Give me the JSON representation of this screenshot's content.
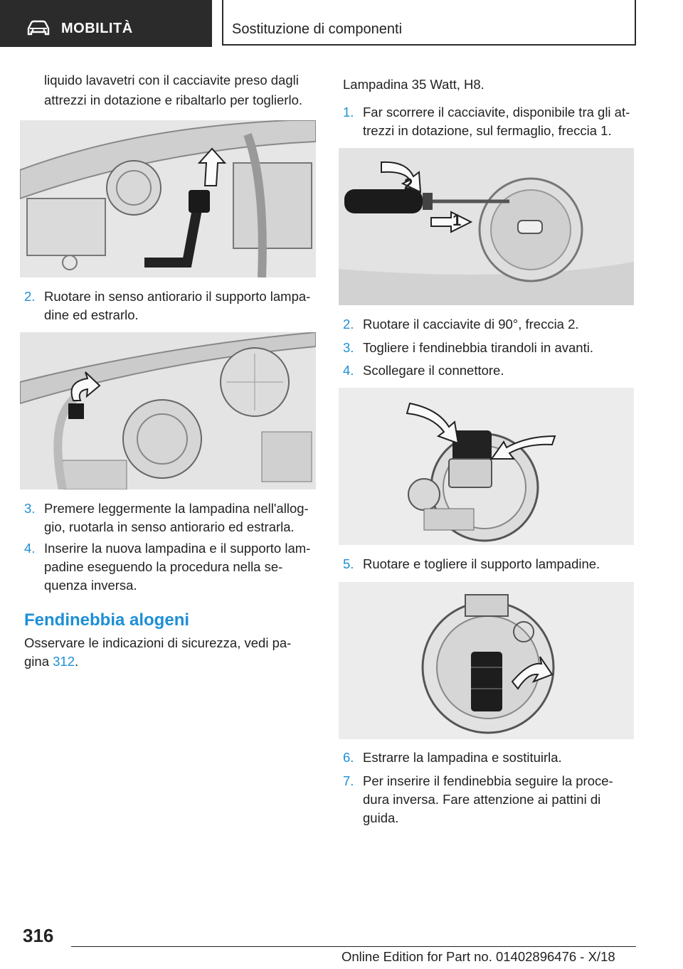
{
  "header": {
    "section_label": "MOBILITÀ",
    "chapter_title": "Sostituzione di componenti",
    "section_icon": "car-icon"
  },
  "left_column": {
    "intro_text_line1": "liquido lavavetri con il cacciavite preso dagli",
    "intro_text_line2": "attrezzi in dotazione e ribaltarlo per toglierlo.",
    "steps": [
      {
        "num": "2.",
        "line1": "Ruotare in senso antiorario il supporto lampa-",
        "line2": "dine ed estrarlo."
      },
      {
        "num": "3.",
        "line1": "Premere leggermente la lampadina nell'allog-",
        "line2": "gio, ruotarla in senso antiorario ed estrarla."
      },
      {
        "num": "4.",
        "line1": "Inserire la nuova lampadina e il supporto lam-",
        "line2": "padine eseguendo la procedura nella se-",
        "line3": "quenza inversa."
      }
    ],
    "section_heading": "Fendinebbia alogeni",
    "safety_text_line1": "Osservare le indicazioni di sicurezza, vedi pa-",
    "safety_text_prefix": "gina ",
    "safety_link": "312",
    "safety_suffix": "."
  },
  "right_column": {
    "intro_text": "Lampadina 35 Watt, H8.",
    "steps": [
      {
        "num": "1.",
        "line1": "Far scorrere il cacciavite, disponibile tra gli at-",
        "line2": "trezzi in dotazione, sul fermaglio, freccia 1."
      },
      {
        "num": "2.",
        "line1": "Ruotare il cacciavite di 90°, freccia 2."
      },
      {
        "num": "3.",
        "line1": "Togliere i fendinebbia tirandoli in avanti."
      },
      {
        "num": "4.",
        "line1": "Scollegare il connettore."
      },
      {
        "num": "5.",
        "line1": "Ruotare e togliere il supporto lampadine."
      },
      {
        "num": "6.",
        "line1": "Estrarre la lampadina e sostituirla."
      },
      {
        "num": "7.",
        "line1": "Per inserire il fendinebbia seguire la proce-",
        "line2": "dura inversa. Fare attenzione ai pattini di",
        "line3": "guida."
      }
    ],
    "figure_labels": {
      "arrow_1": "1",
      "arrow_2": "2"
    }
  },
  "footer": {
    "page_number": "316",
    "edition": "Online Edition for Part no. 01402896476 - X/18"
  },
  "colors": {
    "accent": "#1e8fd6",
    "header_dark": "#2b2b2b"
  }
}
